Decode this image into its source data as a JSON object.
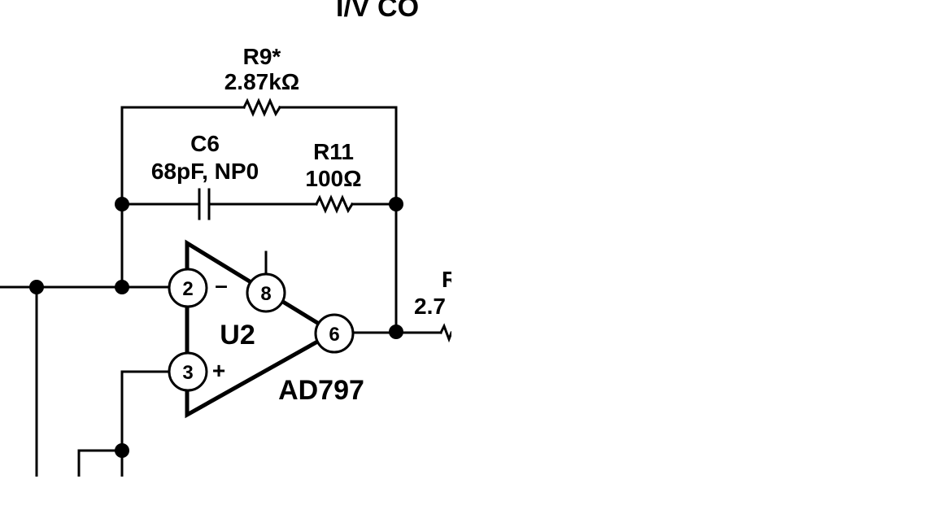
{
  "diagram": {
    "title_partial": "I/V CO",
    "opamp": {
      "ref": "U2",
      "part": "AD797",
      "pins": {
        "inverting": "2",
        "noninverting": "3",
        "output": "6",
        "supply_pin": "8"
      },
      "inverting_symbol": "–",
      "noninverting_symbol": "+"
    },
    "r9": {
      "ref": "R9*",
      "value": "2.87kΩ"
    },
    "c6": {
      "ref": "C6",
      "value": "68pF, NP0"
    },
    "r11": {
      "ref": "R11",
      "value": "100Ω"
    },
    "r_out_partial": {
      "ref": "R",
      "value": "2.7"
    },
    "colors": {
      "ink": "#000000",
      "background": "#ffffff"
    }
  }
}
